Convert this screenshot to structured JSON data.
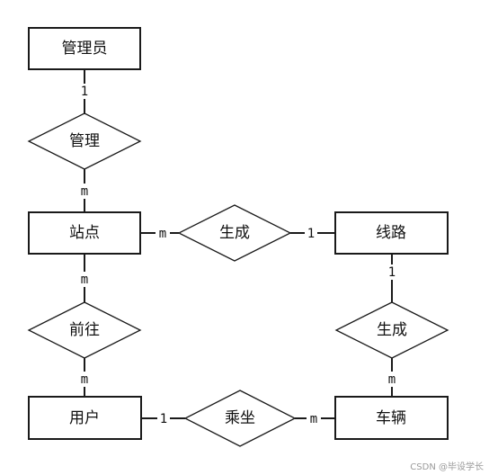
{
  "entities": {
    "admin": "管理员",
    "station": "站点",
    "route": "线路",
    "user": "用户",
    "vehicle": "车辆"
  },
  "relationships": {
    "manage": "管理",
    "generate_route": "生成",
    "go_to": "前往",
    "generate_vehicle": "生成",
    "ride": "乘坐"
  },
  "cardinalities": {
    "admin_manage": "1",
    "manage_station": "m",
    "station_generate": "m",
    "generate_route": "1",
    "station_goto": "m",
    "goto_user": "m",
    "route_generate": "1",
    "generate_vehicle": "m",
    "user_ride": "1",
    "ride_vehicle": "m"
  },
  "watermark": "CSDN @毕设学长"
}
